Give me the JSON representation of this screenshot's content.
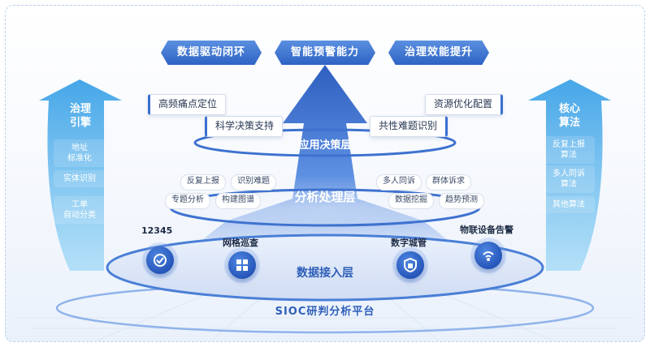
{
  "top_capabilities": [
    "数据驱动闭环",
    "智能预警能力",
    "治理效能提升"
  ],
  "upper_tags": {
    "left": [
      "高频痛点定位",
      "科学决策支持"
    ],
    "right": [
      "资源优化配置",
      "共性难题识别"
    ]
  },
  "layers": {
    "application": "应用决策层",
    "analysis": "分析处理层",
    "access": "数据接入层"
  },
  "analysis_chips": {
    "left": [
      "反复上报",
      "识别难题",
      "专题分析",
      "构建图谱"
    ],
    "right": [
      "多人同诉",
      "群体诉求",
      "数据挖掘",
      "趋势预测"
    ]
  },
  "left_arrow": {
    "title": "治理引擎",
    "title_lines": [
      "治理",
      "引擎"
    ],
    "items": [
      [
        "地址",
        "标准化"
      ],
      [
        "实体识别"
      ],
      [
        "工单",
        "自动分类"
      ]
    ]
  },
  "right_arrow": {
    "title": "核心算法",
    "title_lines": [
      "核心",
      "算法"
    ],
    "items": [
      [
        "反复上报",
        "算法"
      ],
      [
        "多人同诉",
        "算法"
      ],
      [
        "其他算法"
      ]
    ]
  },
  "data_sources": [
    {
      "label": "12345",
      "icon": "hotline-icon"
    },
    {
      "label": "网格巡查",
      "icon": "grid-cube-icon"
    },
    {
      "label": "数字城管",
      "icon": "shield-building-icon"
    },
    {
      "label": "物联设备告警",
      "icon": "iot-signal-icon"
    }
  ],
  "platform": "SIOC研判分析平台",
  "colors": {
    "primary": "#2f63c4",
    "light": "#6fb0ee",
    "accent": "#3b6fd0"
  }
}
